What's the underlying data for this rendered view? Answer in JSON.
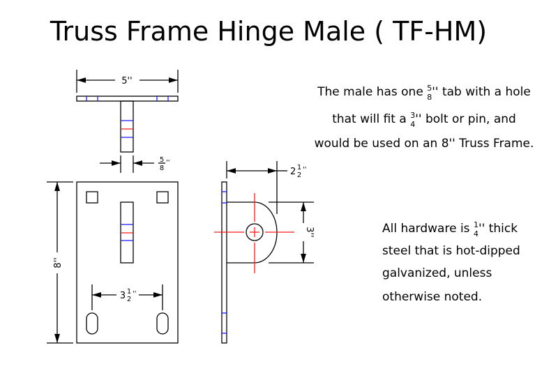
{
  "title": "Truss Frame Hinge Male ( TF-HM)",
  "dimensions": {
    "top_width": "5''",
    "tab_thickness_num": "5",
    "tab_thickness_den": "8",
    "tab_thickness_unit": "''",
    "height": "8''",
    "slot_spacing_whole": "3",
    "slot_spacing_num": "1",
    "slot_spacing_den": "2",
    "tab_length_whole": "2",
    "tab_length_num": "1",
    "tab_length_den": "2",
    "tab_height": "3''",
    "unit": "''"
  },
  "note1": {
    "line1_a": "The male has one ",
    "line1_num": "5",
    "line1_den": "8",
    "line1_b": "'' tab with a hole",
    "line2_a": "that will fit a ",
    "line2_num": "3",
    "line2_den": "4",
    "line2_b": "'' bolt or pin, and",
    "line3": "would be used on an 8'' Truss Frame."
  },
  "note2": {
    "line1_a": "All hardware is ",
    "line1_num": "1",
    "line1_den": "4",
    "line1_b": "'' thick",
    "line2": "steel that is hot-dipped",
    "line3": "galvanized, unless",
    "line4": "otherwise noted."
  },
  "colors": {
    "hidden": "#1a1aff",
    "center": "#ff1a1a"
  }
}
